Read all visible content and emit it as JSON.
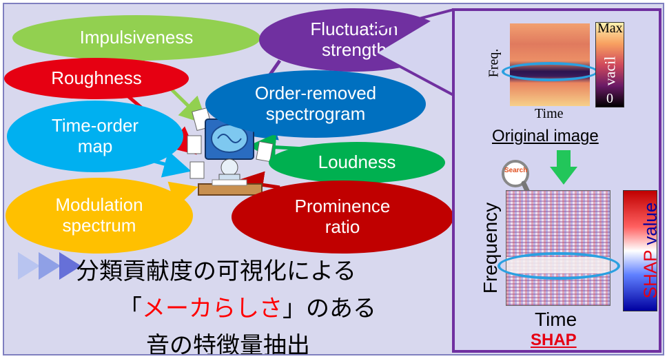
{
  "features": {
    "impulsiveness": "Impulsiveness",
    "fluctuation_strength": "Fluctuation strength",
    "roughness": "Roughness",
    "order_removed_spectrogram": "Order-removed spectrogram",
    "time_order_map": "Time-order map",
    "loudness": "Loudness",
    "modulation_spectrum": "Modulation spectrum",
    "prominence_ratio": "Prominence ratio"
  },
  "caption": {
    "line1": "分類貢献度の可視化による",
    "line2_prefix": "「",
    "line2_highlight": "メーカらしさ",
    "line2_suffix": "」のある",
    "line3": "音の特徴量抽出"
  },
  "panel": {
    "original": {
      "y_label": "Freq.",
      "x_label": "Time",
      "colorbar_max": "Max",
      "colorbar_min": "0",
      "colorbar_label": "vacil",
      "title": "Original image"
    },
    "shap": {
      "search_label": "Search",
      "y_label": "Frequency",
      "x_label": "Time",
      "colorbar_label_red": "SHAP",
      "colorbar_label_rest": " value",
      "title": "SHAP"
    }
  },
  "colors": {
    "impulsiveness": "#92d050",
    "fluctuation_strength": "#7030a0",
    "roughness": "#e60012",
    "order_removed_spectrogram": "#0070c0",
    "time_order_map": "#00b0f0",
    "loudness": "#00b050",
    "modulation_spectrum": "#ffc000",
    "prominence_ratio": "#c00000",
    "panel_border": "#7030a0",
    "highlight": "#ff0000"
  }
}
